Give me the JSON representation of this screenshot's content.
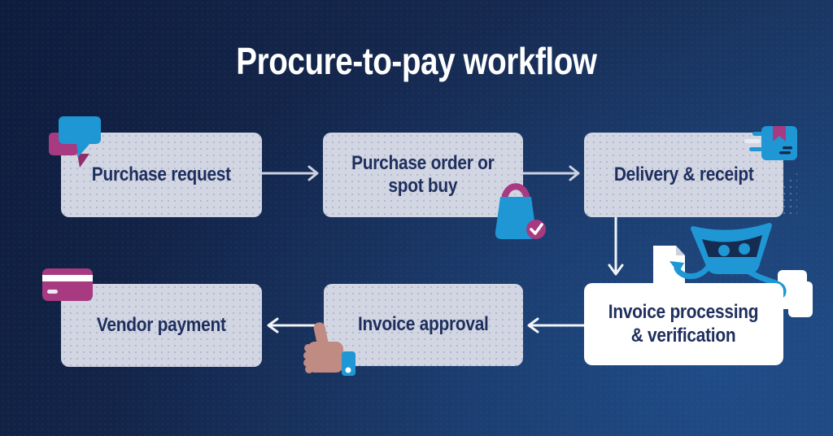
{
  "title": "Procure-to-pay workflow",
  "steps": [
    {
      "id": "purchase-request",
      "label": "Purchase request",
      "icon": "chat-bubbles-icon",
      "highlighted": false
    },
    {
      "id": "purchase-order",
      "label": "Purchase order or\nspot buy",
      "icon": "shopping-bag-icon",
      "highlighted": false
    },
    {
      "id": "delivery-receipt",
      "label": "Delivery & receipt",
      "icon": "shipping-box-icon",
      "highlighted": false
    },
    {
      "id": "invoice-processing",
      "label": "Invoice processing\n& verification",
      "icon": "robot-documents-icon",
      "highlighted": true
    },
    {
      "id": "invoice-approval",
      "label": "Invoice approval",
      "icon": "thumbs-up-icon",
      "highlighted": false
    },
    {
      "id": "vendor-payment",
      "label": "Vendor payment",
      "icon": "credit-card-icon",
      "highlighted": false
    }
  ],
  "flow": [
    "purchase-request -> purchase-order",
    "purchase-order -> delivery-receipt",
    "delivery-receipt -> invoice-processing",
    "invoice-processing -> invoice-approval",
    "invoice-approval -> vendor-payment"
  ],
  "colors": {
    "bg-dark": "#0e1c3d",
    "bg-mid": "#16294f",
    "bg-light": "#1d4070",
    "box-fill": "#d2d5e2",
    "box-hi": "#ffffff",
    "box-text": "#1e2f5e",
    "title-text": "#ffffff",
    "blue": "#1f97d4",
    "mag": "#a73a80",
    "magd": "#8f2e6b",
    "navy": "#152b52",
    "skin": "#c08b82",
    "arrow1": "#ccd2e2",
    "arrow2": "#f2f4f9",
    "ltgray": "#e9ebf3",
    "fold": "#ccd1de"
  }
}
